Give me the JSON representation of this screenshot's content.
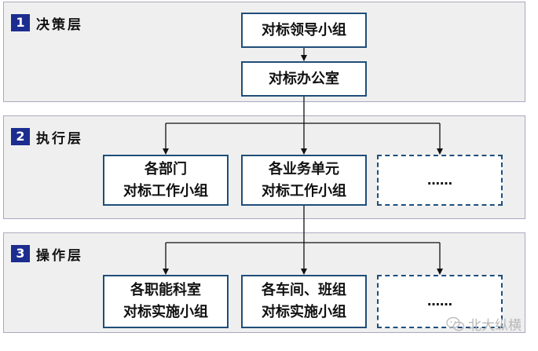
{
  "layers": [
    {
      "num": "1",
      "name": "决策层"
    },
    {
      "num": "2",
      "name": "执行层"
    },
    {
      "num": "3",
      "name": "操作层"
    }
  ],
  "boxes": {
    "lead": {
      "line1": "对标领导小组"
    },
    "office": {
      "line1": "对标办公室"
    },
    "dept": {
      "line1": "各部门",
      "line2": "对标工作小组"
    },
    "bu": {
      "line1": "各业务单元",
      "line2": "对标工作小组"
    },
    "more2": {
      "line1": "……"
    },
    "func": {
      "line1": "各职能科室",
      "line2": "对标实施小组"
    },
    "shop": {
      "line1": "各车间、班组",
      "line2": "对标实施小组"
    },
    "more3": {
      "line1": "……"
    }
  },
  "watermark": {
    "text": "北大纵横",
    "icon": "wechat-icon"
  },
  "colors": {
    "layer_bg": "#efefef",
    "layer_border": "#a9a9c0",
    "tag_bg": "#1c2d8f",
    "box_border": "#1f4e79",
    "line": "#111111"
  }
}
